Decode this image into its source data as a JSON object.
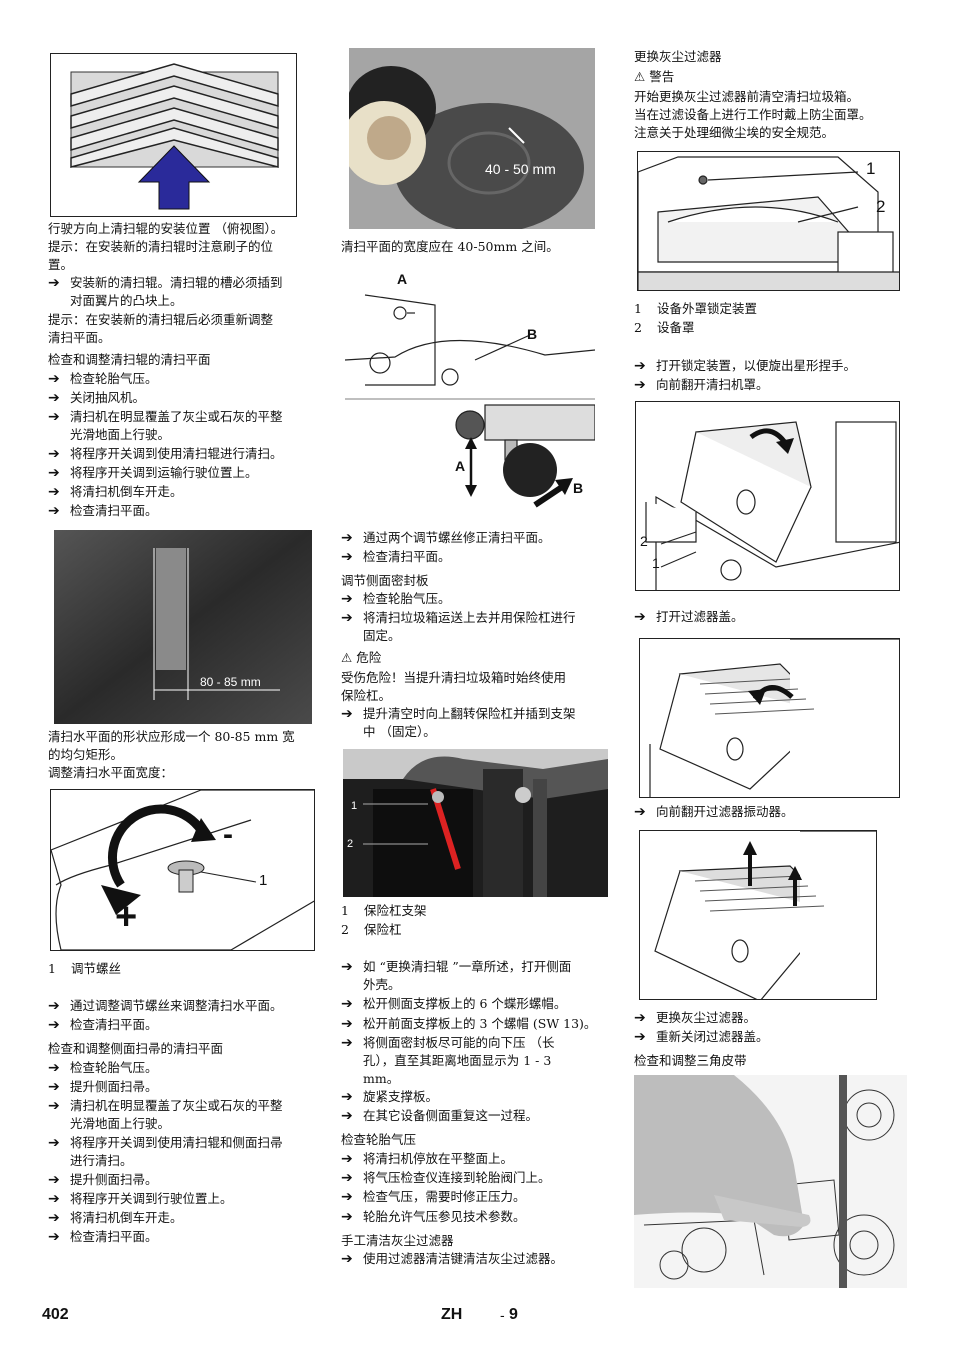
{
  "col1": {
    "fig1_caption": "行驶方向上清扫辊的安装位置 （俯视图）。",
    "hint1_l1": "提示：在安装新的清扫辊时注意刷子的位",
    "hint1_l2": "置。",
    "step1_l1": "安装新的清扫辊。清扫辊的槽必须插到",
    "step1_l2": "对面翼片的凸块上。",
    "hint2_l1": "提示：在安装新的清扫辊后必须重新调整",
    "hint2_l2": "清扫平面。",
    "heading1": "检查和调整清扫辊的清扫平面",
    "steps1": [
      "检查轮胎气压。",
      "关闭抽风机。",
      "清扫机在明显覆盖了灰尘或石灰的平整",
      "将程序开关调到使用清扫辊进行清扫。",
      "将程序开关调到运输行驶位置上。",
      "将清扫机倒车开走。",
      "检查清扫平面。"
    ],
    "steps1_cont": "光滑地面上行驶。",
    "fig2_label": "80 - 85 mm",
    "fig2_caption_l1": "清扫水平面的形状应形成一个 80-85 mm 宽",
    "fig2_caption_l2": "的均匀矩形。",
    "fig2_caption_l3": "调整清扫水平面宽度：",
    "fig3_minus": "-",
    "fig3_plus": "+",
    "fig3_callout": "1",
    "legend1_num": "1",
    "legend1_text": "调节螺丝",
    "steps2": [
      "通过调整调节螺丝来调整清扫水平面。",
      "检查清扫平面。"
    ],
    "heading2": "检查和调整侧面扫帚的清扫平面",
    "steps3": [
      "检查轮胎气压。",
      "提升侧面扫帚。",
      "清扫机在明显覆盖了灰尘或石灰的平整",
      "将程序开关调到使用清扫辊和侧面扫帚",
      "提升侧面扫帚。",
      "将程序开关调到行驶位置上。",
      "将清扫机倒车开走。",
      "检查清扫平面。"
    ],
    "steps3_cont1": "光滑地面上行驶。",
    "steps3_cont2": "进行清扫。"
  },
  "col2": {
    "fig1_label": "40 - 50 mm",
    "fig1_caption": "清扫平面的宽度应在 40-50mm 之间。",
    "fig2_A": "A",
    "fig2_B": "B",
    "fig2_A2": "A",
    "fig2_B2": "B",
    "steps1": [
      "通过两个调节螺丝修正清扫平面。",
      "检查清扫平面。"
    ],
    "heading1": "调节侧面密封板",
    "steps2": [
      "检查轮胎气压。",
      "将清扫垃圾箱运送上去并用保险杠进行"
    ],
    "steps2_cont": "固定。",
    "danger_icon": "warning-triangle-icon",
    "danger_title": "危险",
    "danger_l1": "受伤危险！当提升清扫垃圾箱时始终使用",
    "danger_l2": "保险杠。",
    "step3_l1": "提升清空时向上翻转保险杠并插到支架",
    "step3_l2": "中 （固定）。",
    "fig3_c1": "1",
    "fig3_c2": "2",
    "legend": [
      {
        "num": "1",
        "text": "保险杠支架"
      },
      {
        "num": "2",
        "text": "保险杠"
      }
    ],
    "steps4": [
      "如 “更换清扫辊 ”一章所述，打开侧面",
      "松开侧面支撑板上的 6 个蝶形螺帽。",
      "松开前面支撑板上的 3 个螺帽 (SW 13)。",
      "将侧面密封板尽可能的向下压 （长",
      "旋紧支撑板。",
      "在其它设备侧面重复这一过程。"
    ],
    "steps4_cont1": "外壳。",
    "steps4_cont2a": "孔），直至其距离地面显示为 1 - 3",
    "steps4_cont2b": "mm。",
    "heading2": "检查轮胎气压",
    "steps5": [
      "将清扫机停放在平整面上。",
      "将气压检查仪连接到轮胎阀门上。",
      "检查气压，需要时修正压力。",
      "轮胎允许气压参见技术参数。"
    ],
    "heading3": "手工清洁灰尘过滤器",
    "steps6": [
      "使用过滤器清洁键清洁灰尘过滤器。"
    ]
  },
  "col3": {
    "heading1": "更换灰尘过滤器",
    "warn_title": "警告",
    "warn_l1": "开始更换灰尘过滤器前清空清扫垃圾箱。",
    "warn_l2": "当在过滤设备上进行工作时戴上防尘面罩。",
    "warn_l3": "注意关于处理细微尘埃的安全规范。",
    "fig1_c1": "1",
    "fig1_c2": "2",
    "legend": [
      {
        "num": "1",
        "text": "设备外罩锁定装置"
      },
      {
        "num": "2",
        "text": "设备罩"
      }
    ],
    "steps1": [
      "打开锁定装置，以便旋出星形捏手。",
      "向前翻开清扫机罩。"
    ],
    "fig2_c1": "2",
    "fig2_c2": "1",
    "steps2": [
      "打开过滤器盖。"
    ],
    "steps3": [
      "向前翻开过滤器振动器。"
    ],
    "steps4": [
      "更换灰尘过滤器。",
      "重新关闭过滤器盖。"
    ],
    "heading2": "检查和调整三角皮带"
  },
  "footer": {
    "page_number": "402",
    "lang": "ZH",
    "dash": "-",
    "section_page": "9"
  },
  "icons": {
    "bullet": "arrow-right-icon",
    "warning": "warning-triangle-icon"
  }
}
